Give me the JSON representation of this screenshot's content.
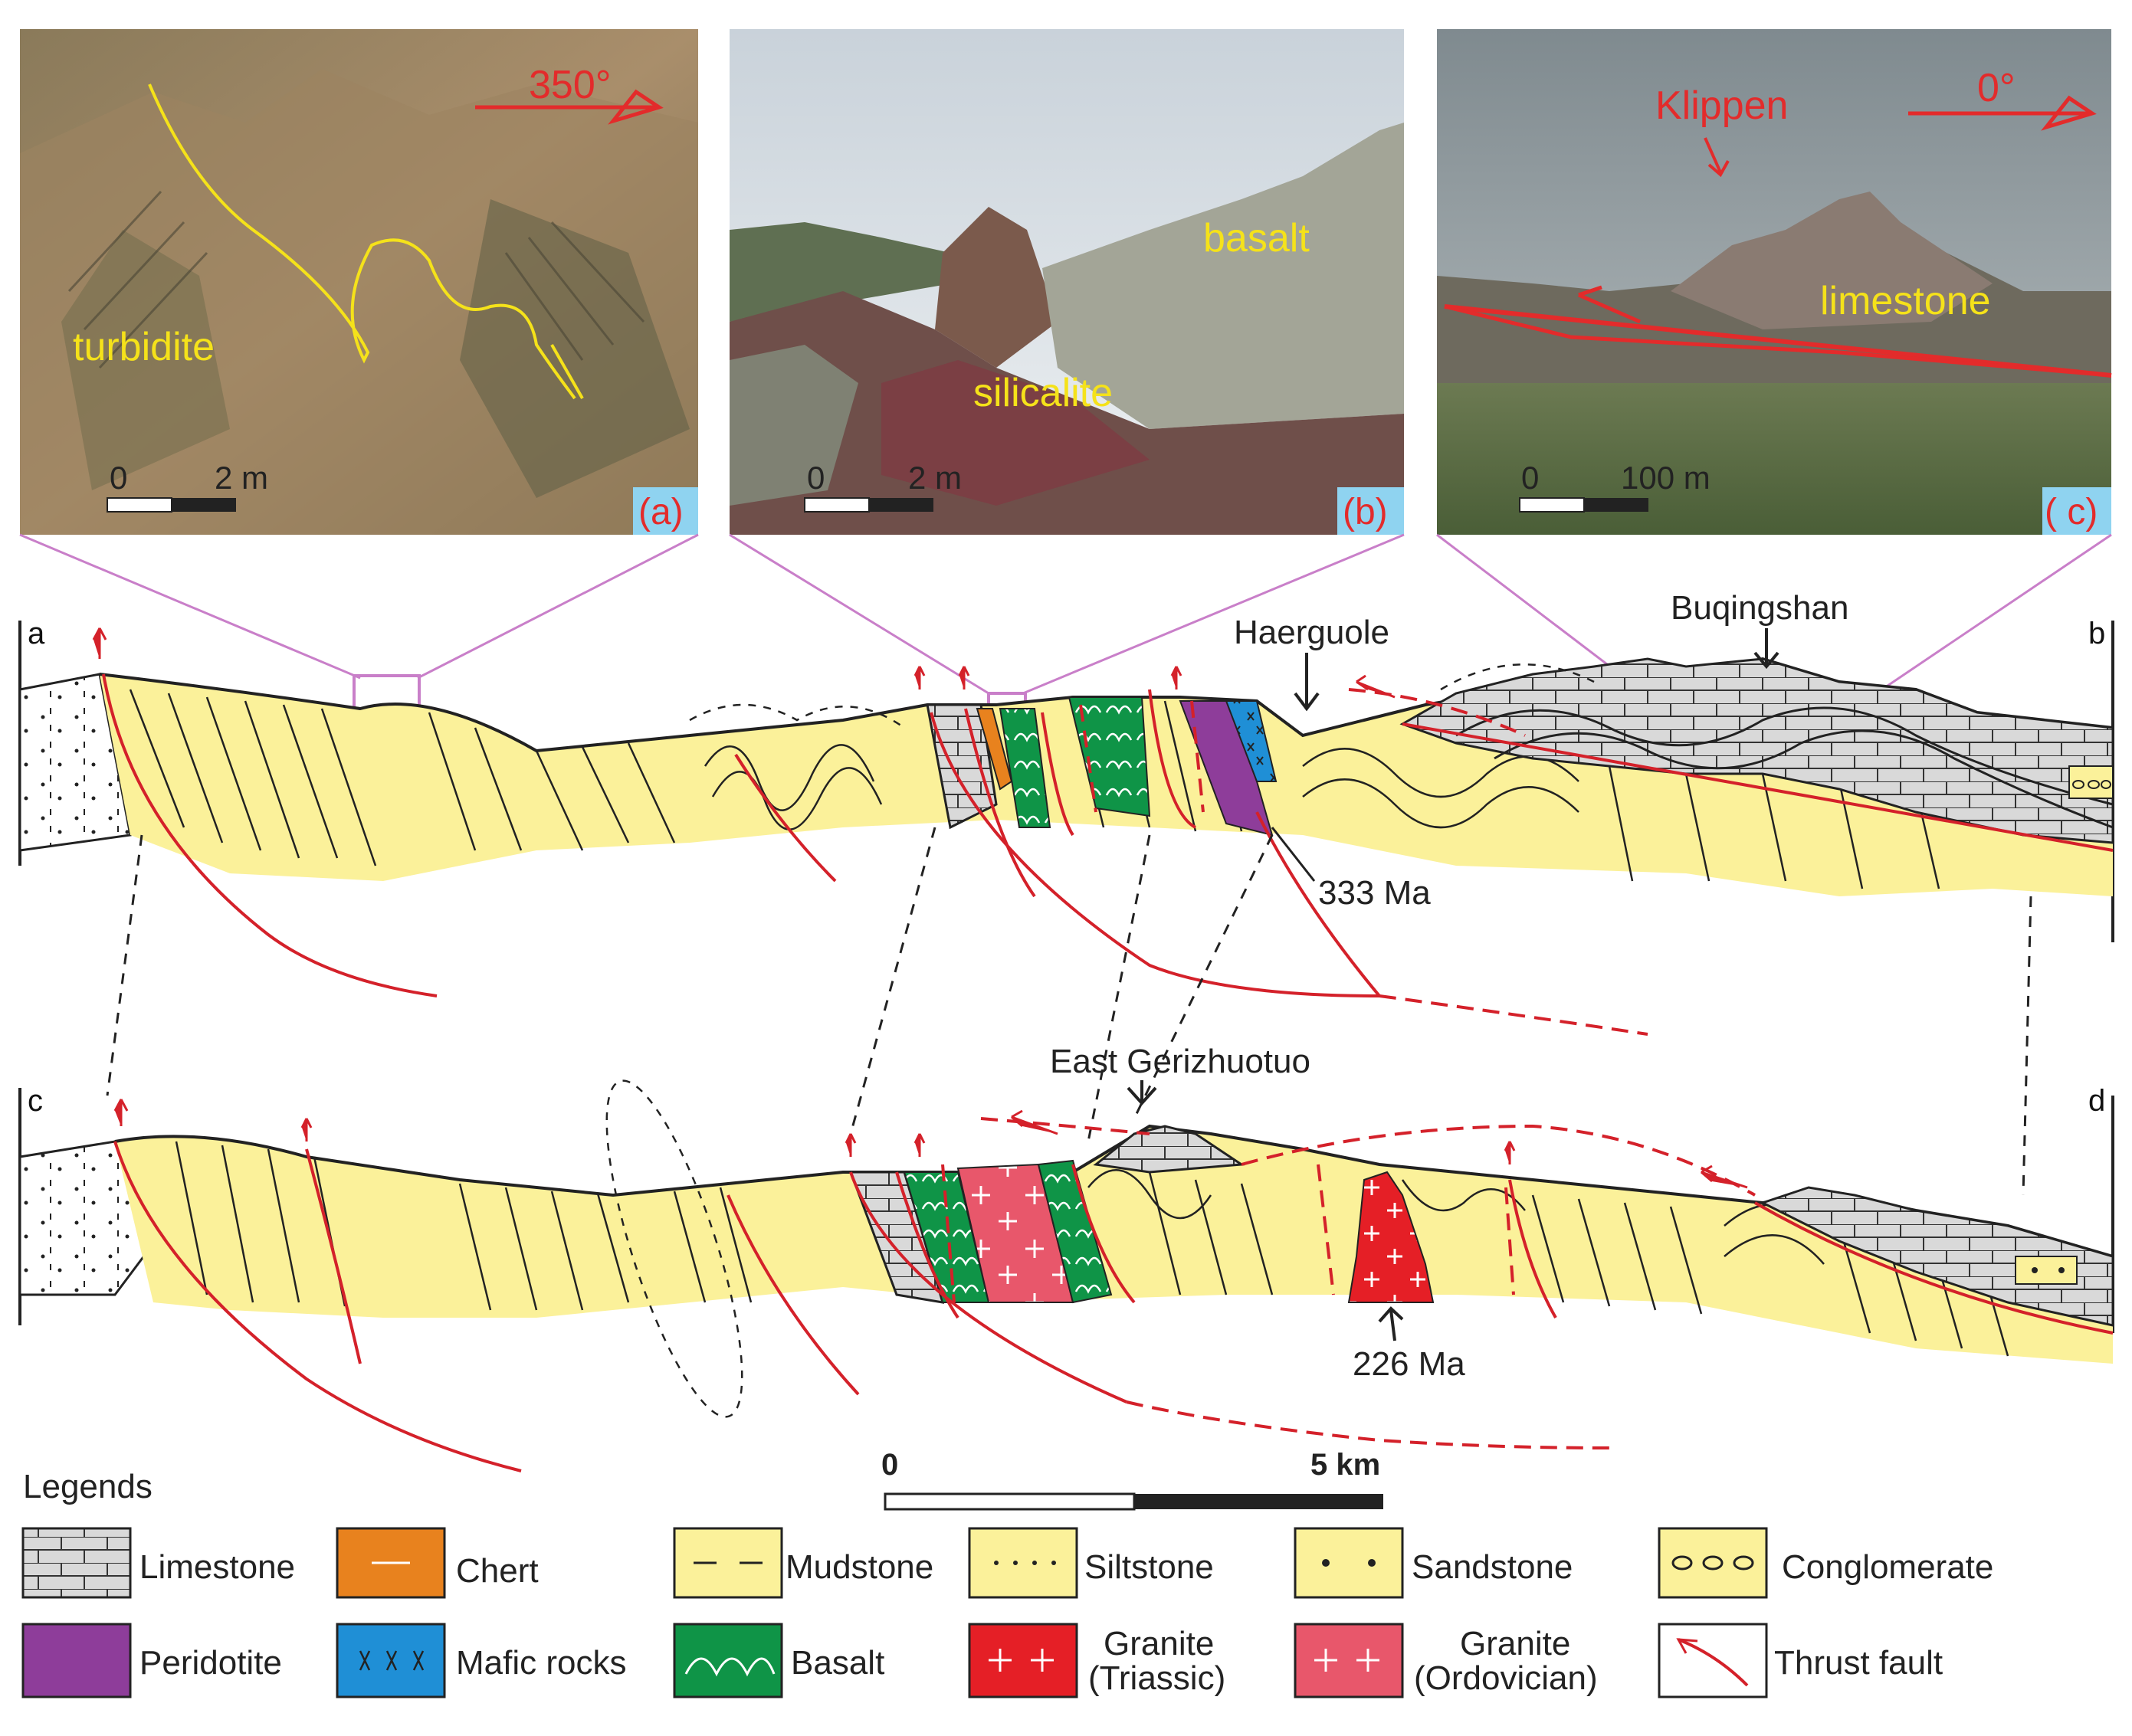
{
  "photos": [
    {
      "id": "a",
      "panel_label": "(a)",
      "rock_labels": [
        "turbidite"
      ],
      "direction": "350°",
      "scale": {
        "zero": "0",
        "max": "2 m"
      }
    },
    {
      "id": "b",
      "panel_label": "(b)",
      "rock_labels": [
        "basalt",
        "silicalite"
      ],
      "scale": {
        "zero": "0",
        "max": "2 m"
      }
    },
    {
      "id": "c",
      "panel_label": "( c)",
      "rock_labels": [
        "Klippen",
        "limestone"
      ],
      "direction": "0°",
      "scale": {
        "zero": "0",
        "max": "100 m"
      }
    }
  ],
  "section_ab": {
    "left_label": "a",
    "right_label": "b",
    "annotations": {
      "haerguole": "Haerguole",
      "buqingshan": "Buqingshan",
      "age": "333 Ma"
    }
  },
  "section_cd": {
    "left_label": "c",
    "right_label": "d",
    "annotations": {
      "gerizhuotuo": "East Gerizhuotuo",
      "age": "226 Ma"
    }
  },
  "scale_bar": {
    "zero": "0",
    "max": "5 km"
  },
  "legend": {
    "title": "Legends",
    "items": [
      {
        "label": "Limestone"
      },
      {
        "label": "Chert"
      },
      {
        "label": "Mudstone"
      },
      {
        "label": "Siltstone"
      },
      {
        "label": "Sandstone"
      },
      {
        "label": "Conglomerate"
      },
      {
        "label": "Peridotite"
      },
      {
        "label": "Mafic rocks"
      },
      {
        "label": "Basalt"
      },
      {
        "label_line1": "Granite",
        "label_line2": "(Triassic)"
      },
      {
        "label_line1": "Granite",
        "label_line2": "(Ordovician)"
      },
      {
        "label": "Thrust fault"
      }
    ]
  },
  "colors": {
    "sediment_yellow": "#fbf19a",
    "limestone_gray": "#d9d9d9",
    "chert_orange": "#e8821e",
    "peridotite_purple": "#8e3d9a",
    "mafic_blue": "#1f8fd6",
    "basalt_green": "#0f9447",
    "granite_triassic": "#e51f26",
    "granite_ordovician": "#e8576b",
    "fault_red": "#d4212a",
    "photo_label_bg": "#8fd3f0",
    "rock_label_yellow": "#f5e21a",
    "photo_red": "#e32b2b"
  }
}
